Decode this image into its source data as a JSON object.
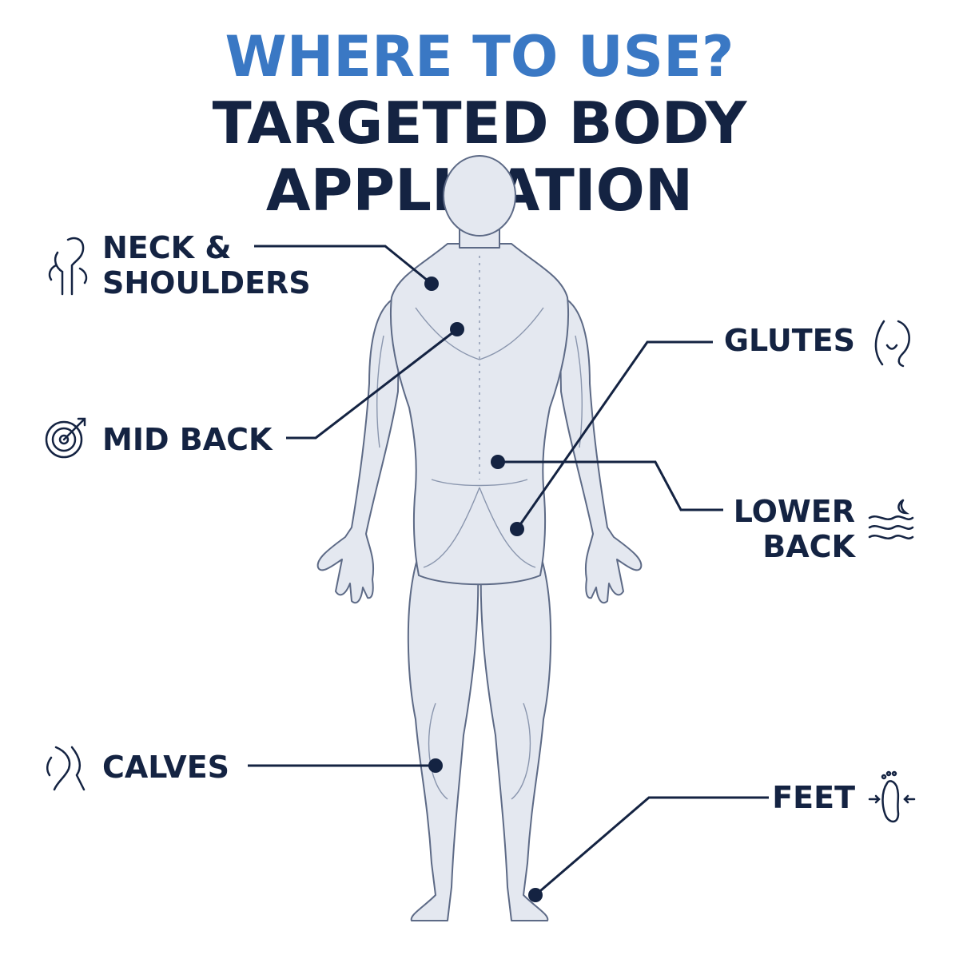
{
  "header": {
    "question": "WHERE TO USE?",
    "title": "TARGETED BODY APPLICATION"
  },
  "colors": {
    "accent": "#3a78c4",
    "navy": "#142342",
    "body_fill": "#e4e8f0",
    "body_stroke": "#5d6a86"
  },
  "areas": [
    {
      "id": "neck",
      "lines": [
        "NECK &",
        "SHOULDERS"
      ],
      "icon": "joint-icon"
    },
    {
      "id": "mid",
      "lines": [
        "MID BACK"
      ],
      "icon": "target-icon"
    },
    {
      "id": "calves",
      "lines": [
        "CALVES"
      ],
      "icon": "leg-joint-icon"
    },
    {
      "id": "glutes",
      "lines": [
        "GLUTES"
      ],
      "icon": "glutes-icon"
    },
    {
      "id": "lower",
      "lines": [
        "LOWER",
        "BACK"
      ],
      "icon": "waves-icon"
    },
    {
      "id": "feet",
      "lines": [
        "FEET"
      ],
      "icon": "foot-icon"
    }
  ]
}
